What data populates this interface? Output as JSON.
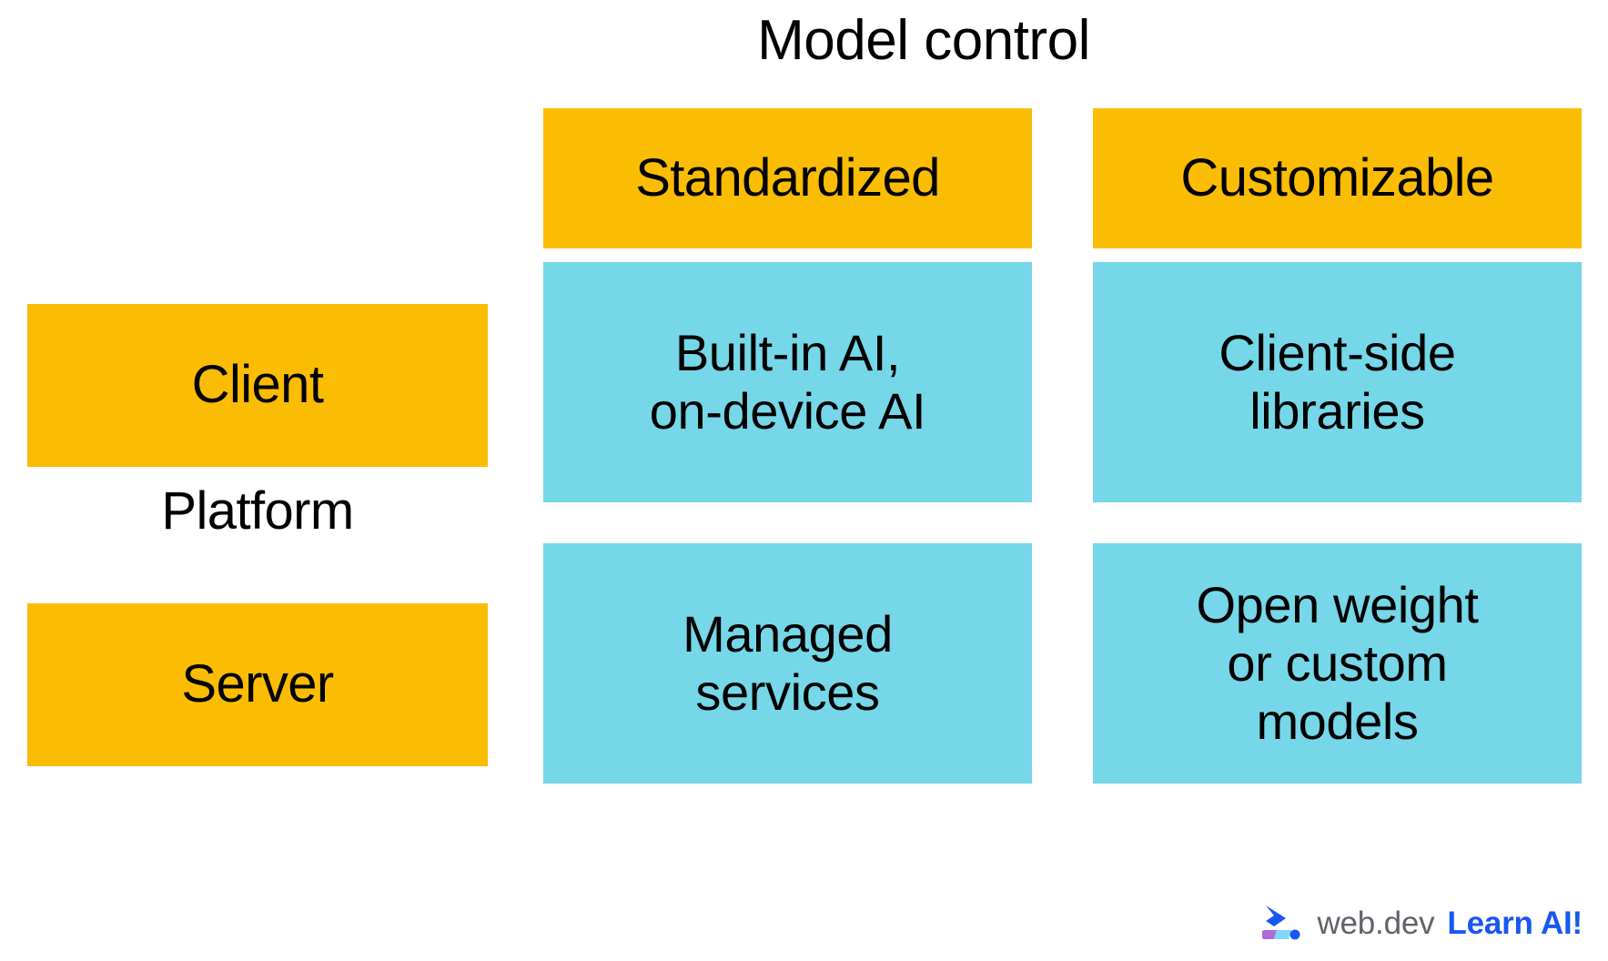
{
  "title": "Model control",
  "colors": {
    "yellow": "#fbbc04",
    "cyan": "#76d7e8",
    "text": "#000000",
    "background": "#ffffff",
    "brand_gray": "#5f6368",
    "brand_blue": "#1a56f0"
  },
  "axes": {
    "column_axis_label": "Model control",
    "row_axis_label": "Platform"
  },
  "columns": [
    {
      "label": "Standardized"
    },
    {
      "label": "Customizable"
    }
  ],
  "rows": [
    {
      "label": "Client"
    },
    {
      "label": "Server"
    }
  ],
  "cells": [
    {
      "row": "Client",
      "column": "Standardized",
      "label": "Built-in AI,\non-device AI"
    },
    {
      "row": "Client",
      "column": "Customizable",
      "label": "Client-side\nlibraries"
    },
    {
      "row": "Server",
      "column": "Standardized",
      "label": "Managed\nservices"
    },
    {
      "row": "Server",
      "column": "Customizable",
      "label": "Open weight\nor custom\nmodels"
    }
  ],
  "footer": {
    "logo_icon": "webdev-chevron-logo",
    "brand": "web.dev",
    "tagline": "Learn AI!"
  },
  "chart_data": {
    "type": "table",
    "title": "Model control",
    "xlabel": "Model control",
    "ylabel": "Platform",
    "categories": [
      "Standardized",
      "Customizable"
    ],
    "rows": [
      "Client",
      "Server"
    ],
    "values": [
      [
        "Built-in AI, on-device AI",
        "Client-side libraries"
      ],
      [
        "Managed services",
        "Open weight or custom models"
      ]
    ],
    "legend": [],
    "grid": false
  }
}
